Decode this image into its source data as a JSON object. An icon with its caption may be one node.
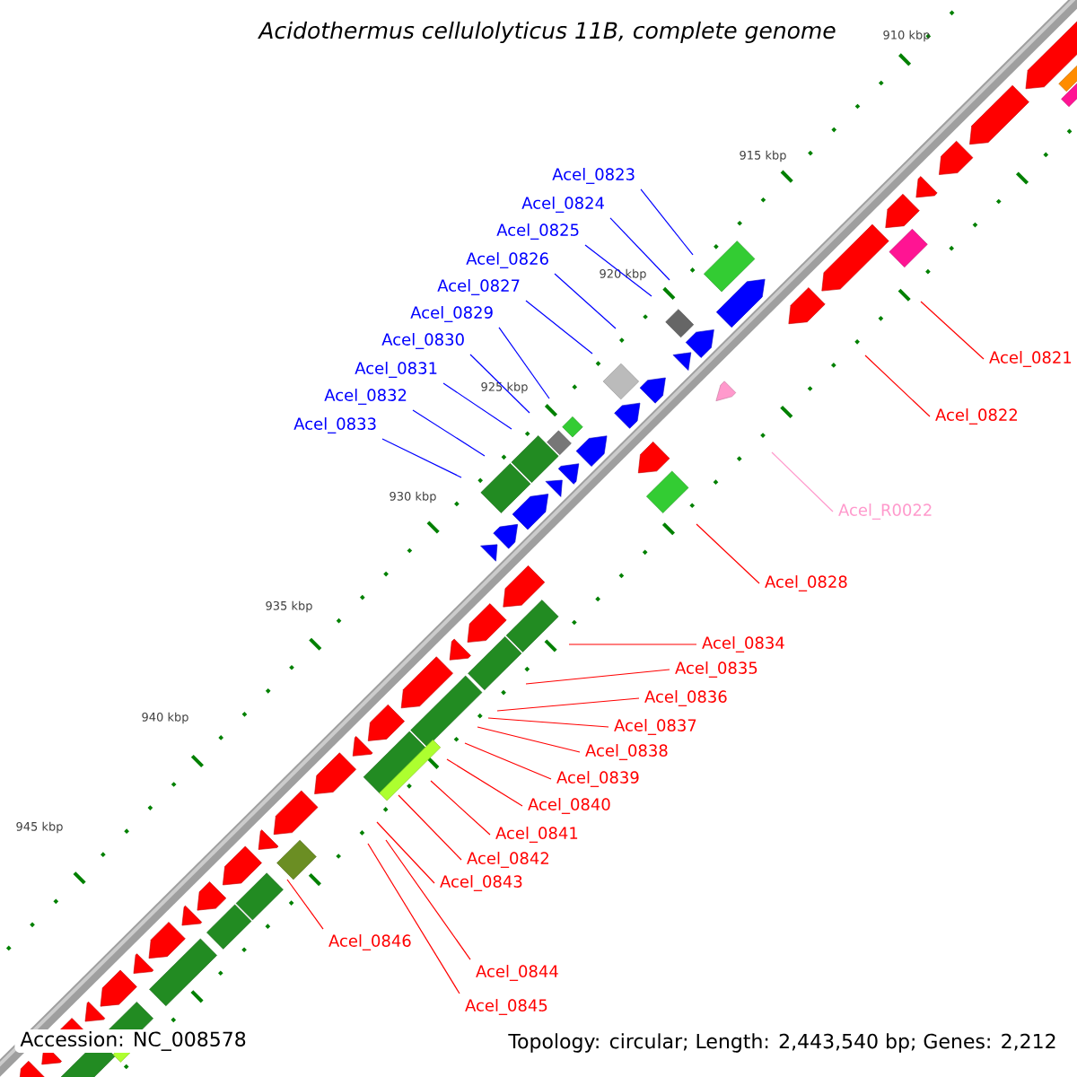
{
  "diagram": {
    "title": "Acidothermus cellulolyticus 11B, complete genome",
    "nodes": [
      {
        "text": [
          "Acel_0823"
        ]
      },
      {
        "text": [
          "Acel_0824"
        ]
      },
      {
        "text": [
          "Acel_0825"
        ]
      },
      {
        "text": [
          "Acel_0826"
        ]
      },
      {
        "text": [
          "Acel_0827"
        ]
      },
      {
        "text": [
          "Acel_0829"
        ]
      },
      {
        "text": [
          "Acel_0830"
        ]
      },
      {
        "text": [
          "Acel_0831"
        ]
      },
      {
        "text": [
          "Acel_0832"
        ]
      },
      {
        "text": [
          "Acel_0833"
        ]
      },
      {
        "text": [
          "Acel_0821"
        ]
      },
      {
        "text": [
          "Acel_0822"
        ]
      },
      {
        "text": [
          "Acel_R0022"
        ]
      },
      {
        "text": [
          "Acel_0828"
        ]
      },
      {
        "text": [
          "Acel_0834"
        ]
      },
      {
        "text": [
          "Acel_0835"
        ]
      },
      {
        "text": [
          "Acel_0836"
        ]
      },
      {
        "text": [
          "Acel_0837"
        ]
      },
      {
        "text": [
          "Acel_0838"
        ]
      },
      {
        "text": [
          "Acel_0839"
        ]
      },
      {
        "text": [
          "Acel_0840"
        ]
      },
      {
        "text": [
          "Acel_0841"
        ]
      },
      {
        "text": [
          "Acel_0842"
        ]
      },
      {
        "text": [
          "Acel_0843"
        ]
      },
      {
        "text": [
          "Acel_0846"
        ]
      },
      {
        "text": [
          "Acel_0844"
        ]
      },
      {
        "text": [
          "Acel_0845"
        ]
      }
    ],
    "edges": [
      {
        "from": 0,
        "to": null,
        "arrow": "none",
        "color": "#0000ff"
      },
      {
        "from": 1,
        "to": null,
        "arrow": "none",
        "color": "#0000ff"
      },
      {
        "from": 2,
        "to": null,
        "arrow": "none",
        "color": "#0000ff"
      },
      {
        "from": 3,
        "to": null,
        "arrow": "none",
        "color": "#0000ff"
      },
      {
        "from": 4,
        "to": null,
        "arrow": "none",
        "color": "#0000ff"
      },
      {
        "from": 5,
        "to": null,
        "arrow": "none",
        "color": "#0000ff"
      },
      {
        "from": 6,
        "to": null,
        "arrow": "none",
        "color": "#0000ff"
      },
      {
        "from": 7,
        "to": null,
        "arrow": "none",
        "color": "#0000ff"
      },
      {
        "from": 8,
        "to": null,
        "arrow": "none",
        "color": "#0000ff"
      },
      {
        "from": 9,
        "to": null,
        "arrow": "none",
        "color": "#0000ff"
      },
      {
        "from": 10,
        "to": null,
        "arrow": "none"
      },
      {
        "from": 11,
        "to": null,
        "arrow": "none"
      },
      {
        "from": 12,
        "to": null,
        "arrow": "none",
        "color": "#ff99cc"
      },
      {
        "from": 13,
        "to": null,
        "arrow": "none"
      },
      {
        "from": 14,
        "to": null,
        "arrow": "none"
      },
      {
        "from": 15,
        "to": null,
        "arrow": "none"
      },
      {
        "from": 16,
        "to": null,
        "arrow": "none"
      },
      {
        "from": 17,
        "to": null,
        "arrow": "none"
      },
      {
        "from": 18,
        "to": null,
        "arrow": "none"
      },
      {
        "from": 19,
        "to": null,
        "arrow": "none"
      },
      {
        "from": 20,
        "to": null,
        "arrow": "none"
      },
      {
        "from": 21,
        "to": null,
        "arrow": "none"
      },
      {
        "from": 22,
        "to": null,
        "arrow": "none"
      },
      {
        "from": 23,
        "to": null,
        "arrow": "none"
      },
      {
        "from": 24,
        "to": null,
        "arrow": "none"
      },
      {
        "from": 25,
        "to": null,
        "arrow": "none"
      },
      {
        "from": 26,
        "to": null,
        "arrow": "none"
      }
    ],
    "labels": [
      "910 kbp",
      "915 kbp",
      "920 kbp",
      "925 kbp",
      "930 kbp",
      "935 kbp",
      "940 kbp",
      "945 kbp",
      "Accession: NC_008578",
      "Topology: circular; Length: 2,443,540 bp; Genes: 2,212"
    ]
  }
}
